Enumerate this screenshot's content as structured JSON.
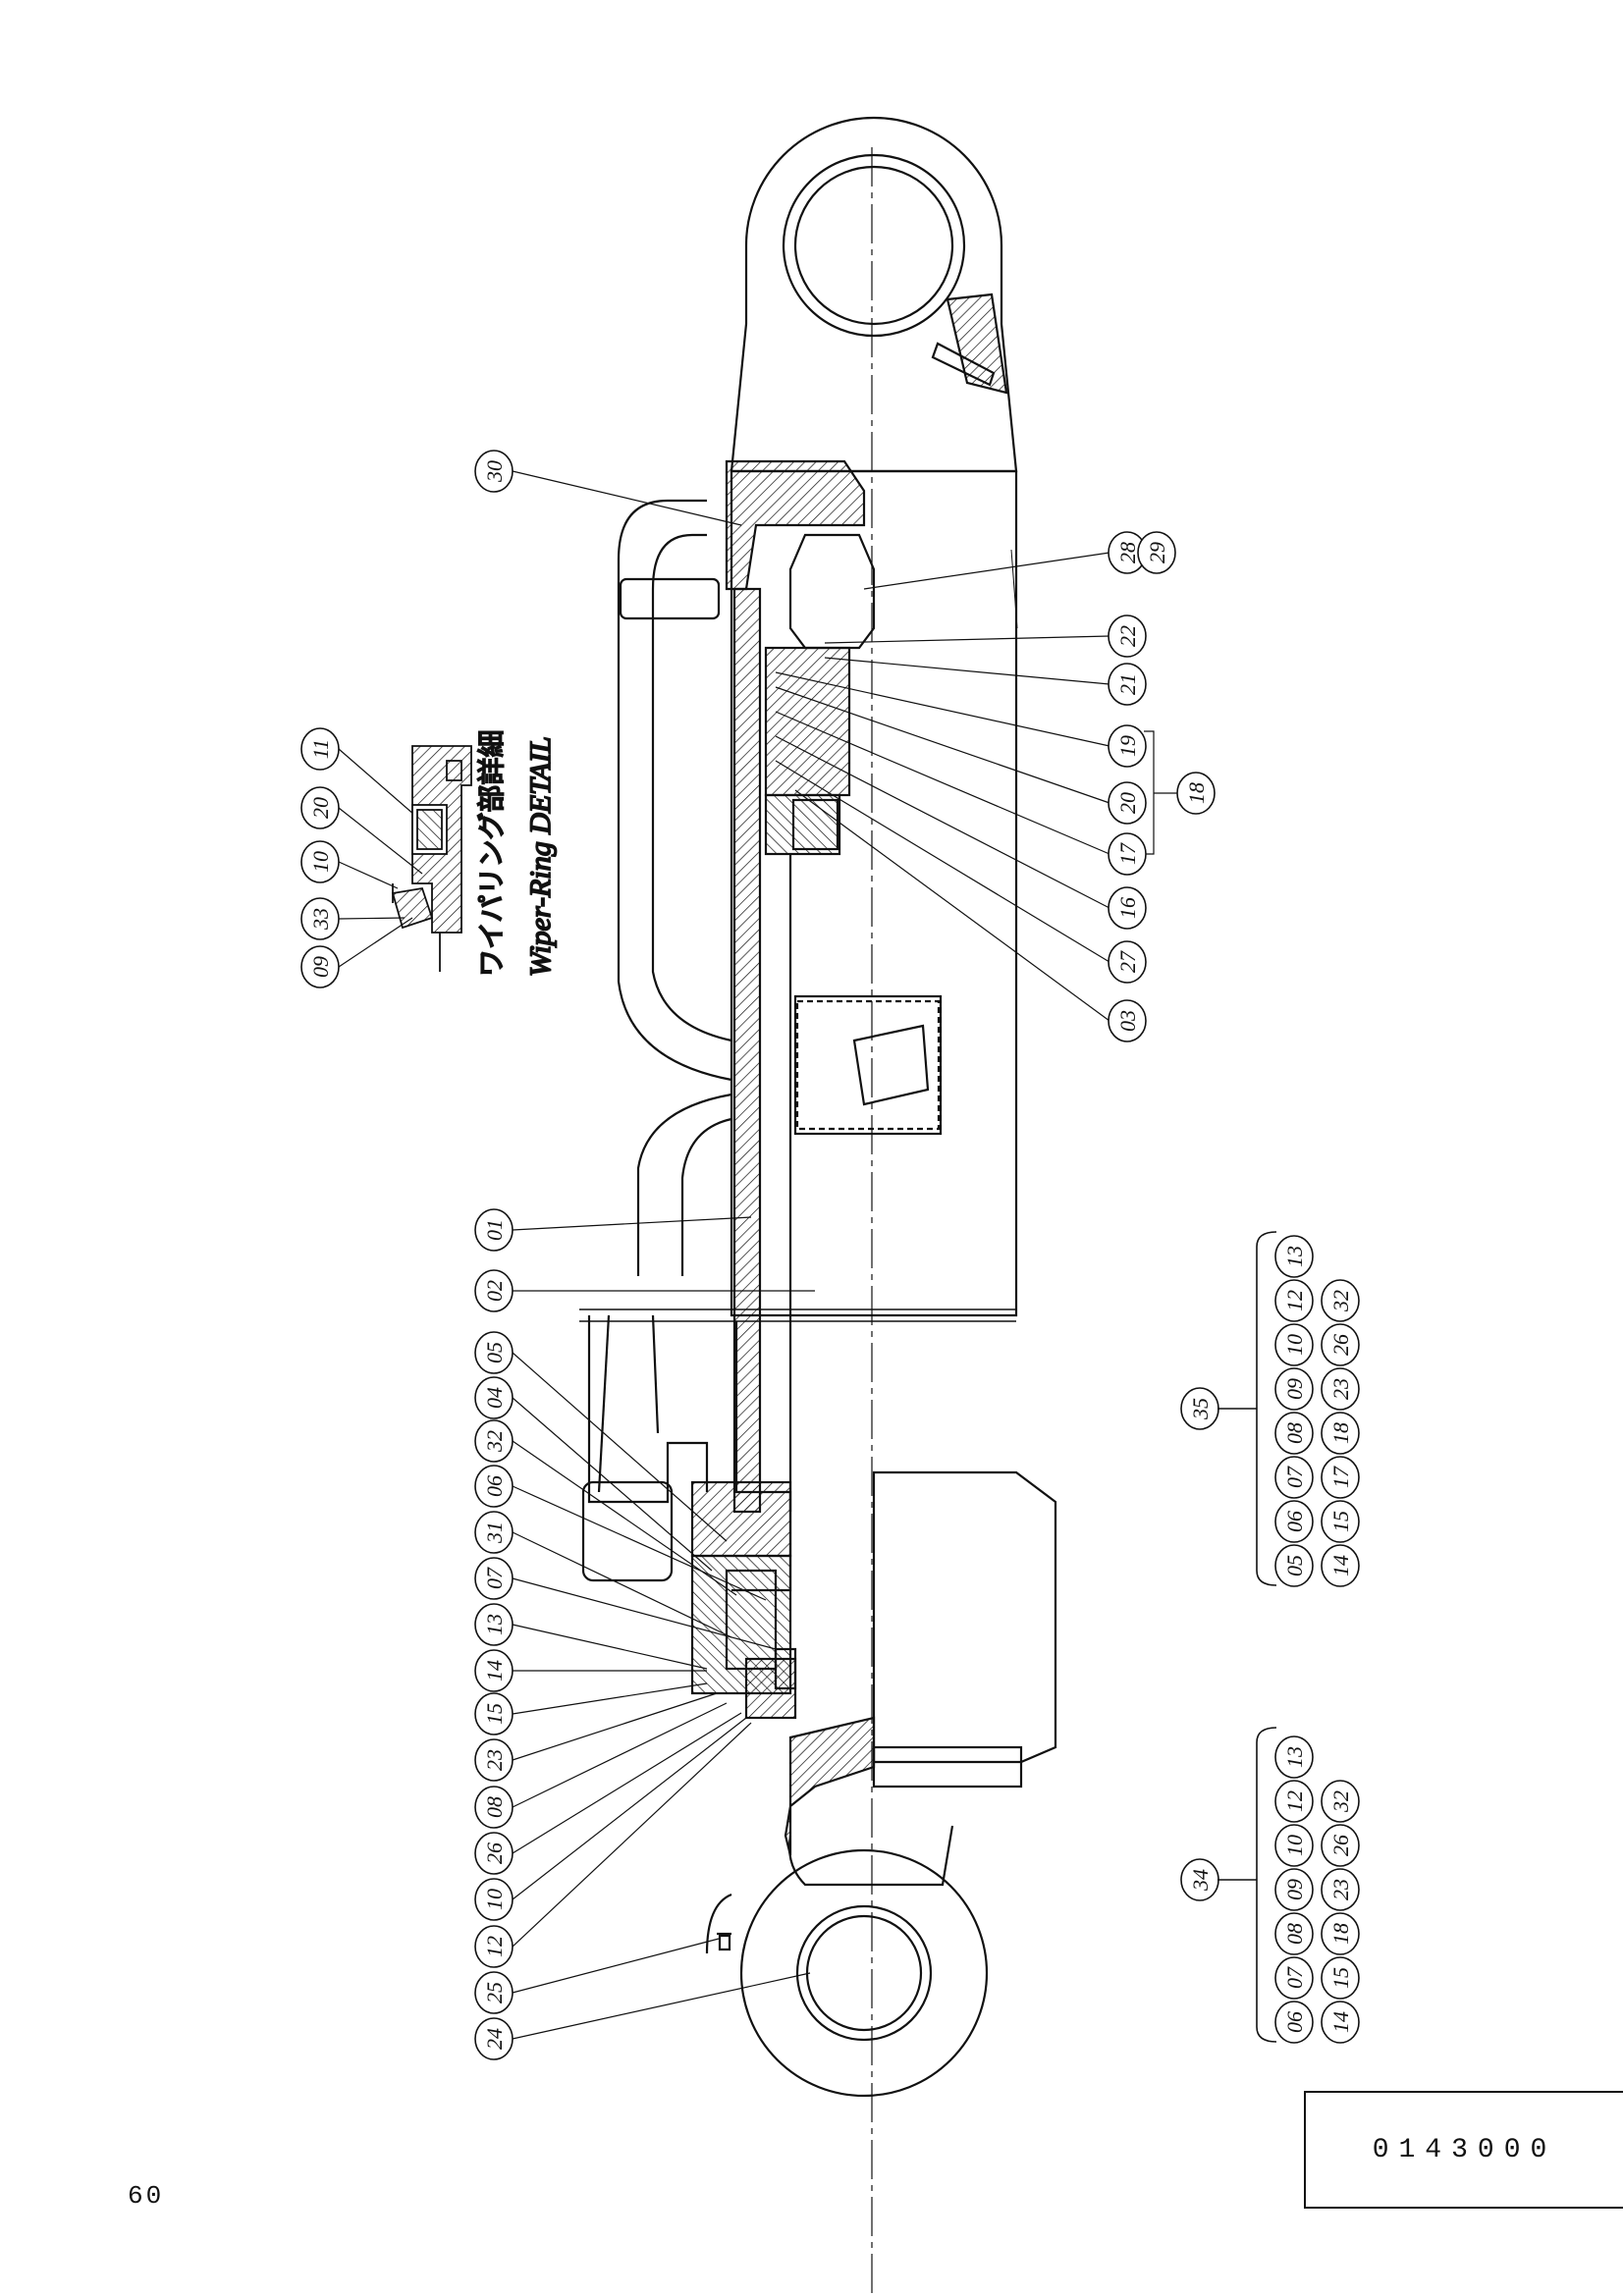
{
  "page_number": "60",
  "drawing_code": "0143000",
  "detail": {
    "jp_title": "ワイパリング部詳細",
    "en_title": "Wiper-Ring DETAIL",
    "callouts": [
      "09",
      "33",
      "10",
      "20",
      "11"
    ]
  },
  "left_callouts": [
    "30",
    "01",
    "02",
    "05",
    "04",
    "32",
    "06",
    "31",
    "07",
    "13",
    "14",
    "15",
    "23",
    "08",
    "26",
    "10",
    "12",
    "25",
    "24"
  ],
  "right_callouts": [
    "28",
    "29",
    "22",
    "21",
    "19",
    "20",
    "17",
    "16",
    "27",
    "03"
  ],
  "group_18_members": [
    "19",
    "20"
  ],
  "group_18_label": "18",
  "kit_35": {
    "label": "35",
    "top_row": [
      "05",
      "06",
      "07",
      "08",
      "09",
      "10",
      "12",
      "13"
    ],
    "bottom_row": [
      "14",
      "15",
      "17",
      "18",
      "23",
      "26",
      "32"
    ]
  },
  "kit_34": {
    "label": "34",
    "top_row": [
      "06",
      "07",
      "08",
      "09",
      "10",
      "12",
      "13"
    ],
    "bottom_row": [
      "14",
      "15",
      "18",
      "23",
      "26",
      "32"
    ]
  }
}
